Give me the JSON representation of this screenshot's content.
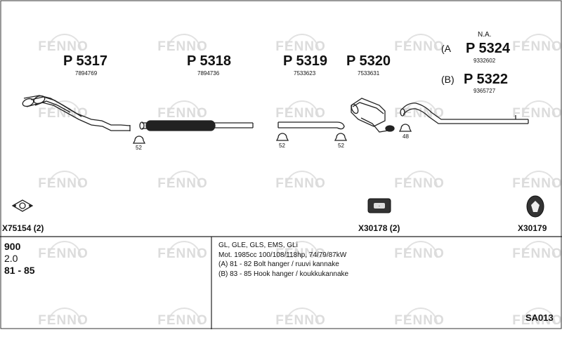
{
  "watermark": {
    "text": "FENNO"
  },
  "parts": [
    {
      "code": "P 5317",
      "oe": "7894769"
    },
    {
      "code": "P 5318",
      "oe": "7894736"
    },
    {
      "code": "P 5319",
      "oe": "7533623"
    },
    {
      "code": "P 5320",
      "oe": "7533631"
    },
    {
      "code": "P 5324",
      "oe": "9332602",
      "variant": "(A",
      "note": "N.A."
    },
    {
      "code": "P 5322",
      "oe": "9365727",
      "variant": "(B)"
    }
  ],
  "clamp_sizes": [
    "52",
    "52",
    "52",
    "48"
  ],
  "fittings": [
    {
      "label": "X75154 (2)"
    },
    {
      "label": "X30178 (2)"
    },
    {
      "label": "X30179"
    }
  ],
  "vehicle": {
    "model": "900",
    "engine": "2.0",
    "years": "81 - 85"
  },
  "notes": [
    "GL, GLE, GLS, EMS, GLi",
    "Mot. 1985cc 100/108/118hp, 74/79/87kW",
    "(A) 81 - 82 Bolt hanger / ruuvi kannake",
    "(B) 83 - 85 Hook hanger / koukkukannake"
  ],
  "diagram_code": "SA013"
}
